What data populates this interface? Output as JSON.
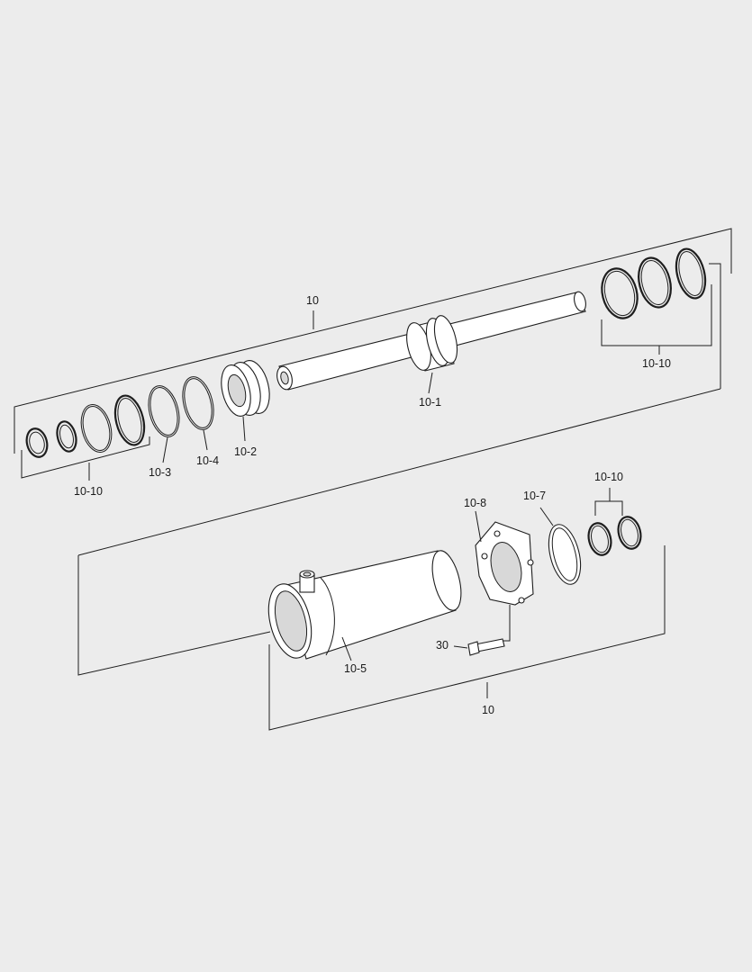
{
  "callouts": {
    "top_assembly": "10",
    "rod": "10-1",
    "piston": "10-2",
    "ring_a": "10-3",
    "ring_b": "10-4",
    "seal_kit_top_left": "10-10",
    "seal_kit_top_right": "10-10",
    "gland": "10-8",
    "lock_ring": "10-7",
    "seal_kit_bottom": "10-10",
    "tube": "10-5",
    "bolt": "30",
    "bottom_assembly": "10"
  }
}
